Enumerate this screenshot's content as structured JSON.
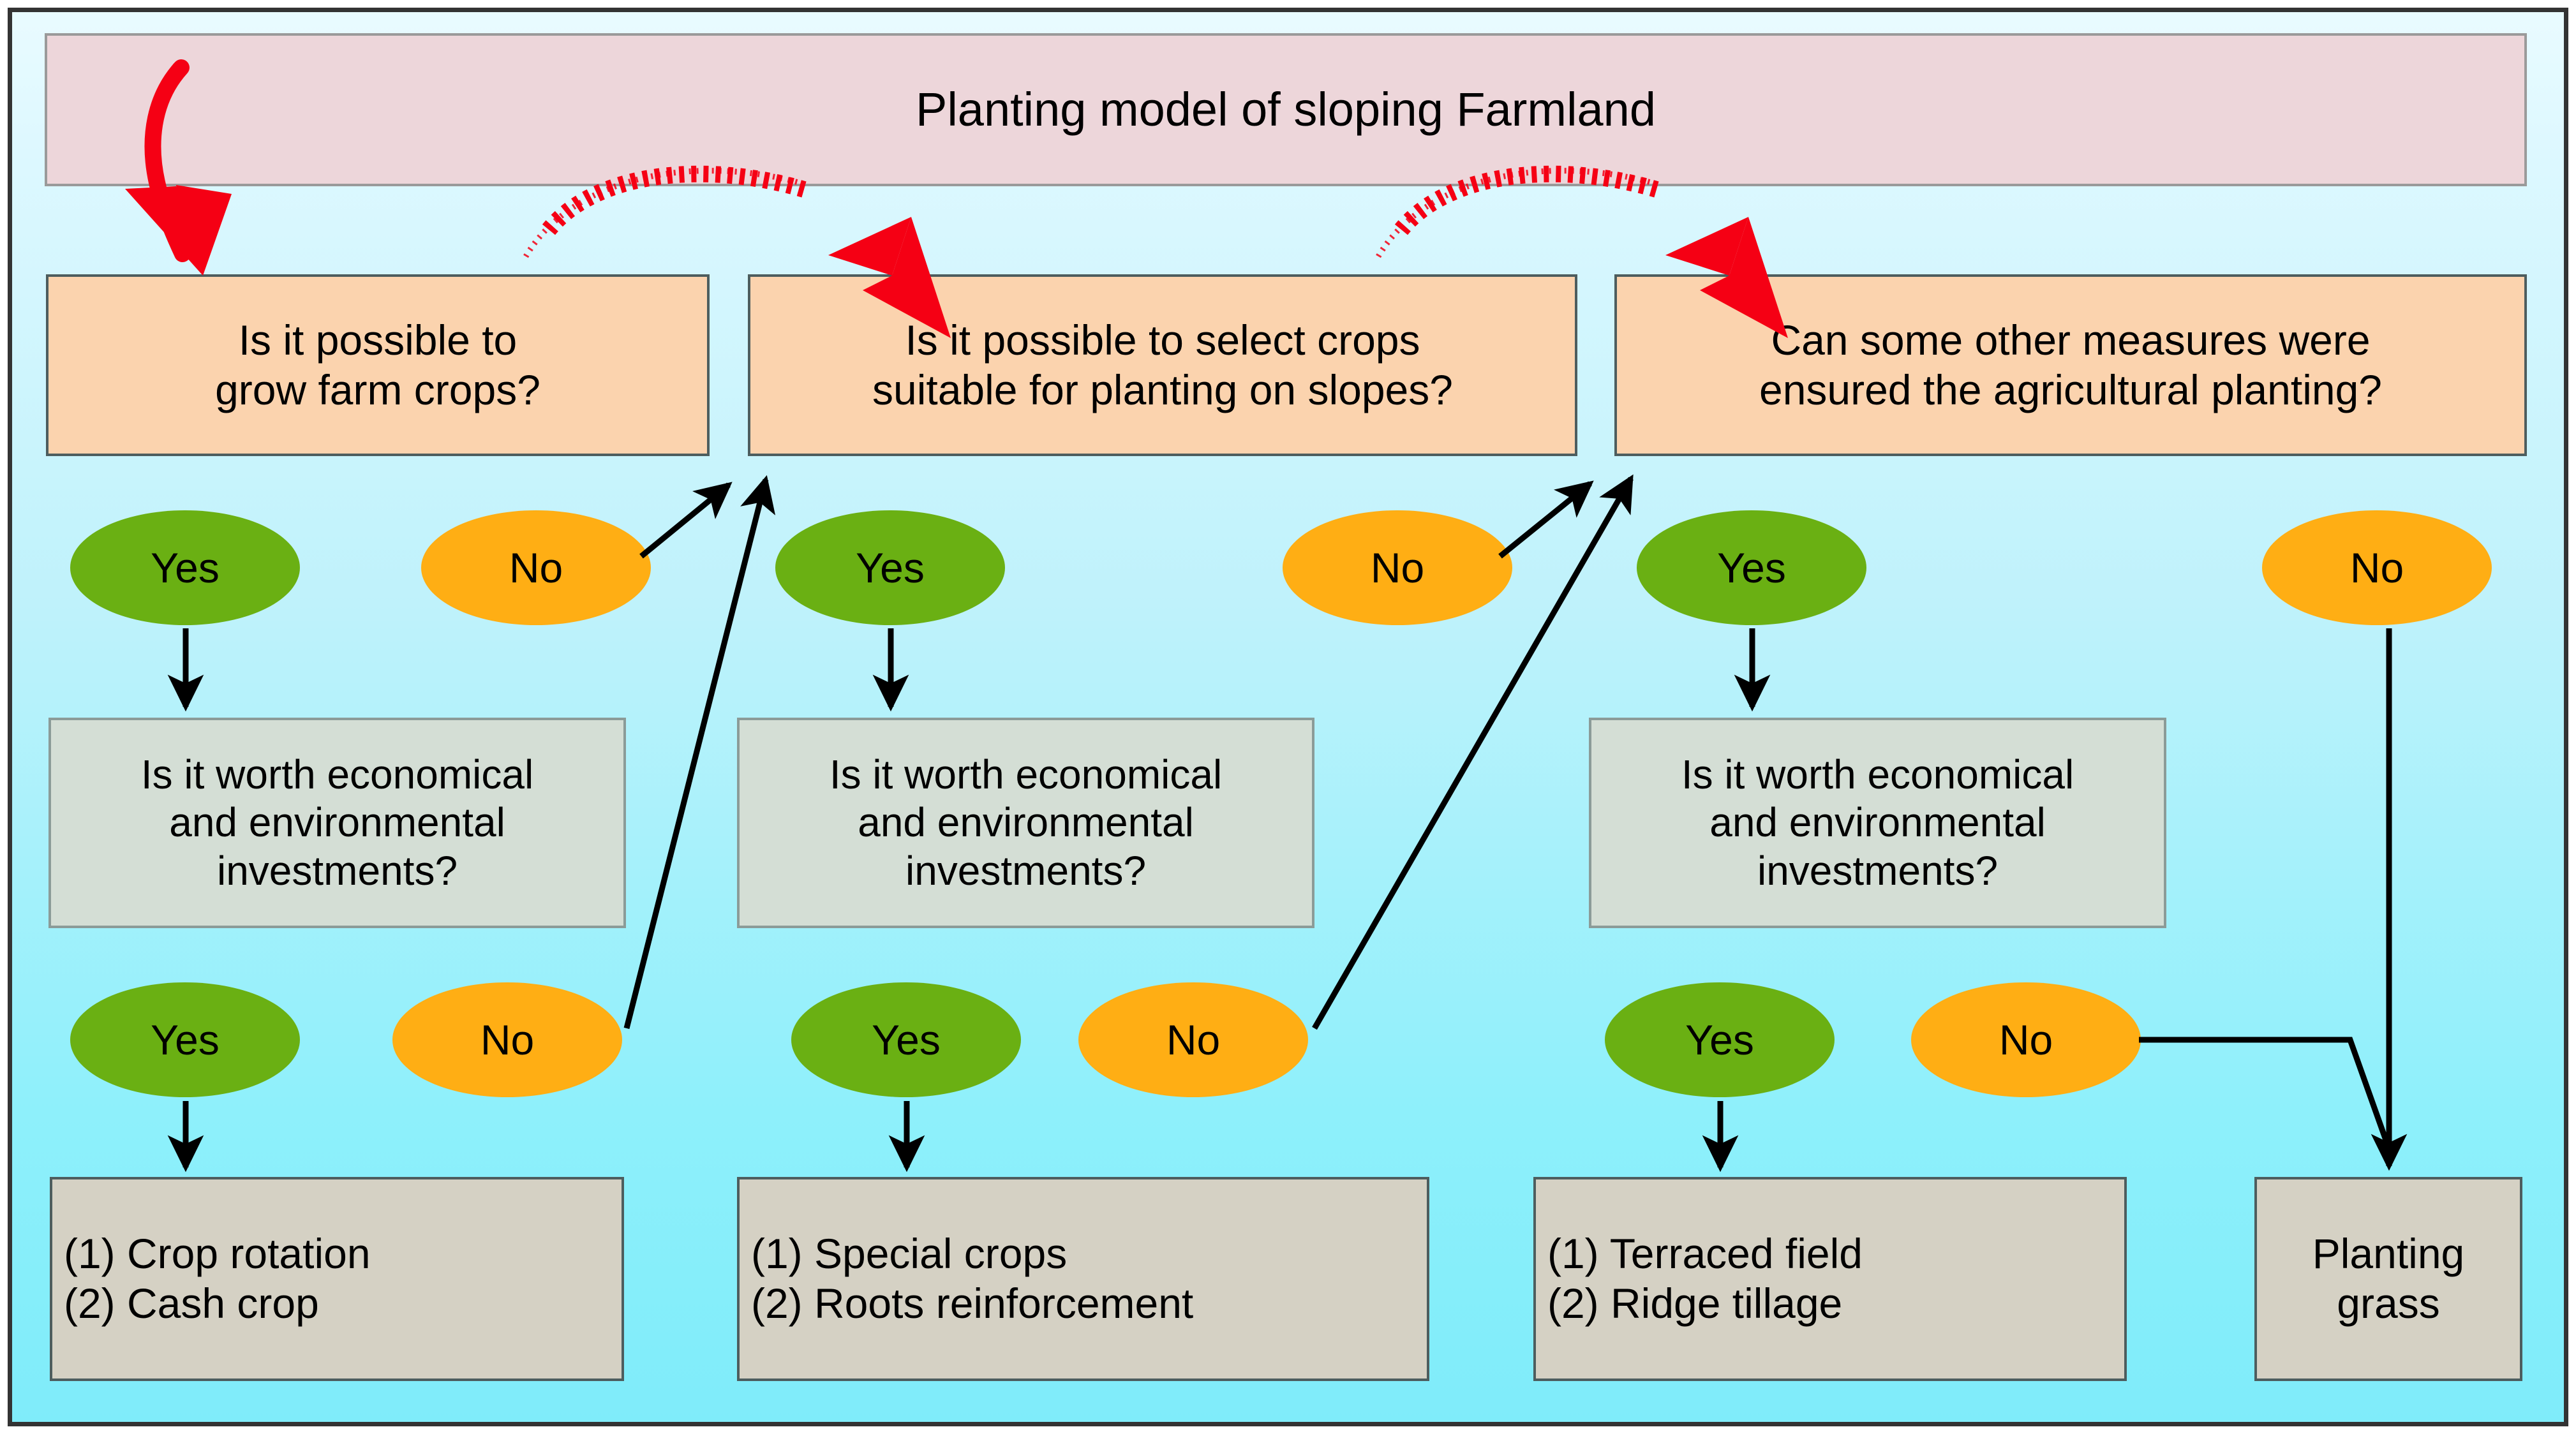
{
  "figure": {
    "kind": "decision-flowchart",
    "title": "Planting model of sloping Farmland",
    "frame_border_color": "#333333",
    "background_top_color": "#e9fbff",
    "background_bottom_color": "#7fecfa"
  },
  "header": {
    "label": "Planting model of sloping Farmland",
    "fill": "#edd6da",
    "border": "#9a9a9a"
  },
  "palette": {
    "question_fill": "#fbd3ae",
    "investment_fill": "#d4ded5",
    "result_fill": "#d5d1c4",
    "yes_fill": "#6ab013",
    "no_fill": "#ffae14",
    "red_arrow": "#f50014",
    "connector": "#000000"
  },
  "labels": {
    "yes": "Yes",
    "no": "No"
  },
  "questions": [
    {
      "id": "q1",
      "lines": [
        "Is it possible to",
        "grow farm crops?"
      ]
    },
    {
      "id": "q2",
      "lines": [
        "Is it possible to select crops",
        "suitable for planting on slopes?"
      ]
    },
    {
      "id": "q3",
      "lines": [
        "Can some other measures were",
        "ensured the agricultural planting?"
      ]
    }
  ],
  "investments": [
    {
      "id": "inv1",
      "lines": [
        "Is it worth economical",
        "and  environmental",
        "investments?"
      ]
    },
    {
      "id": "inv2",
      "lines": [
        "Is it worth economical",
        "and  environmental",
        "investments?"
      ]
    },
    {
      "id": "inv3",
      "lines": [
        "Is it worth economical",
        "and  environmental",
        "investments?"
      ]
    }
  ],
  "results": [
    {
      "id": "res1",
      "lines": [
        "(1) Crop rotation",
        "(2) Cash crop"
      ]
    },
    {
      "id": "res2",
      "lines": [
        "(1) Special crops",
        "(2) Roots reinforcement"
      ]
    },
    {
      "id": "res3",
      "lines": [
        "(1) Terraced field",
        "(2) Ridge tillage"
      ]
    },
    {
      "id": "res4",
      "lines": [
        "Planting",
        "grass"
      ]
    }
  ],
  "decisions": {
    "row1": [
      {
        "id": "q1-yes",
        "label": "Yes",
        "type": "yes"
      },
      {
        "id": "q1-no",
        "label": "No",
        "type": "no"
      },
      {
        "id": "q2-yes",
        "label": "Yes",
        "type": "yes"
      },
      {
        "id": "q2-no",
        "label": "No",
        "type": "no"
      },
      {
        "id": "q3-yes",
        "label": "Yes",
        "type": "yes"
      },
      {
        "id": "q3-no",
        "label": "No",
        "type": "no"
      }
    ],
    "row2": [
      {
        "id": "inv1-yes",
        "label": "Yes",
        "type": "yes"
      },
      {
        "id": "inv1-no",
        "label": "No",
        "type": "no"
      },
      {
        "id": "inv2-yes",
        "label": "Yes",
        "type": "yes"
      },
      {
        "id": "inv2-no",
        "label": "No",
        "type": "no"
      },
      {
        "id": "inv3-yes",
        "label": "Yes",
        "type": "yes"
      },
      {
        "id": "inv3-no",
        "label": "No",
        "type": "no"
      }
    ]
  }
}
